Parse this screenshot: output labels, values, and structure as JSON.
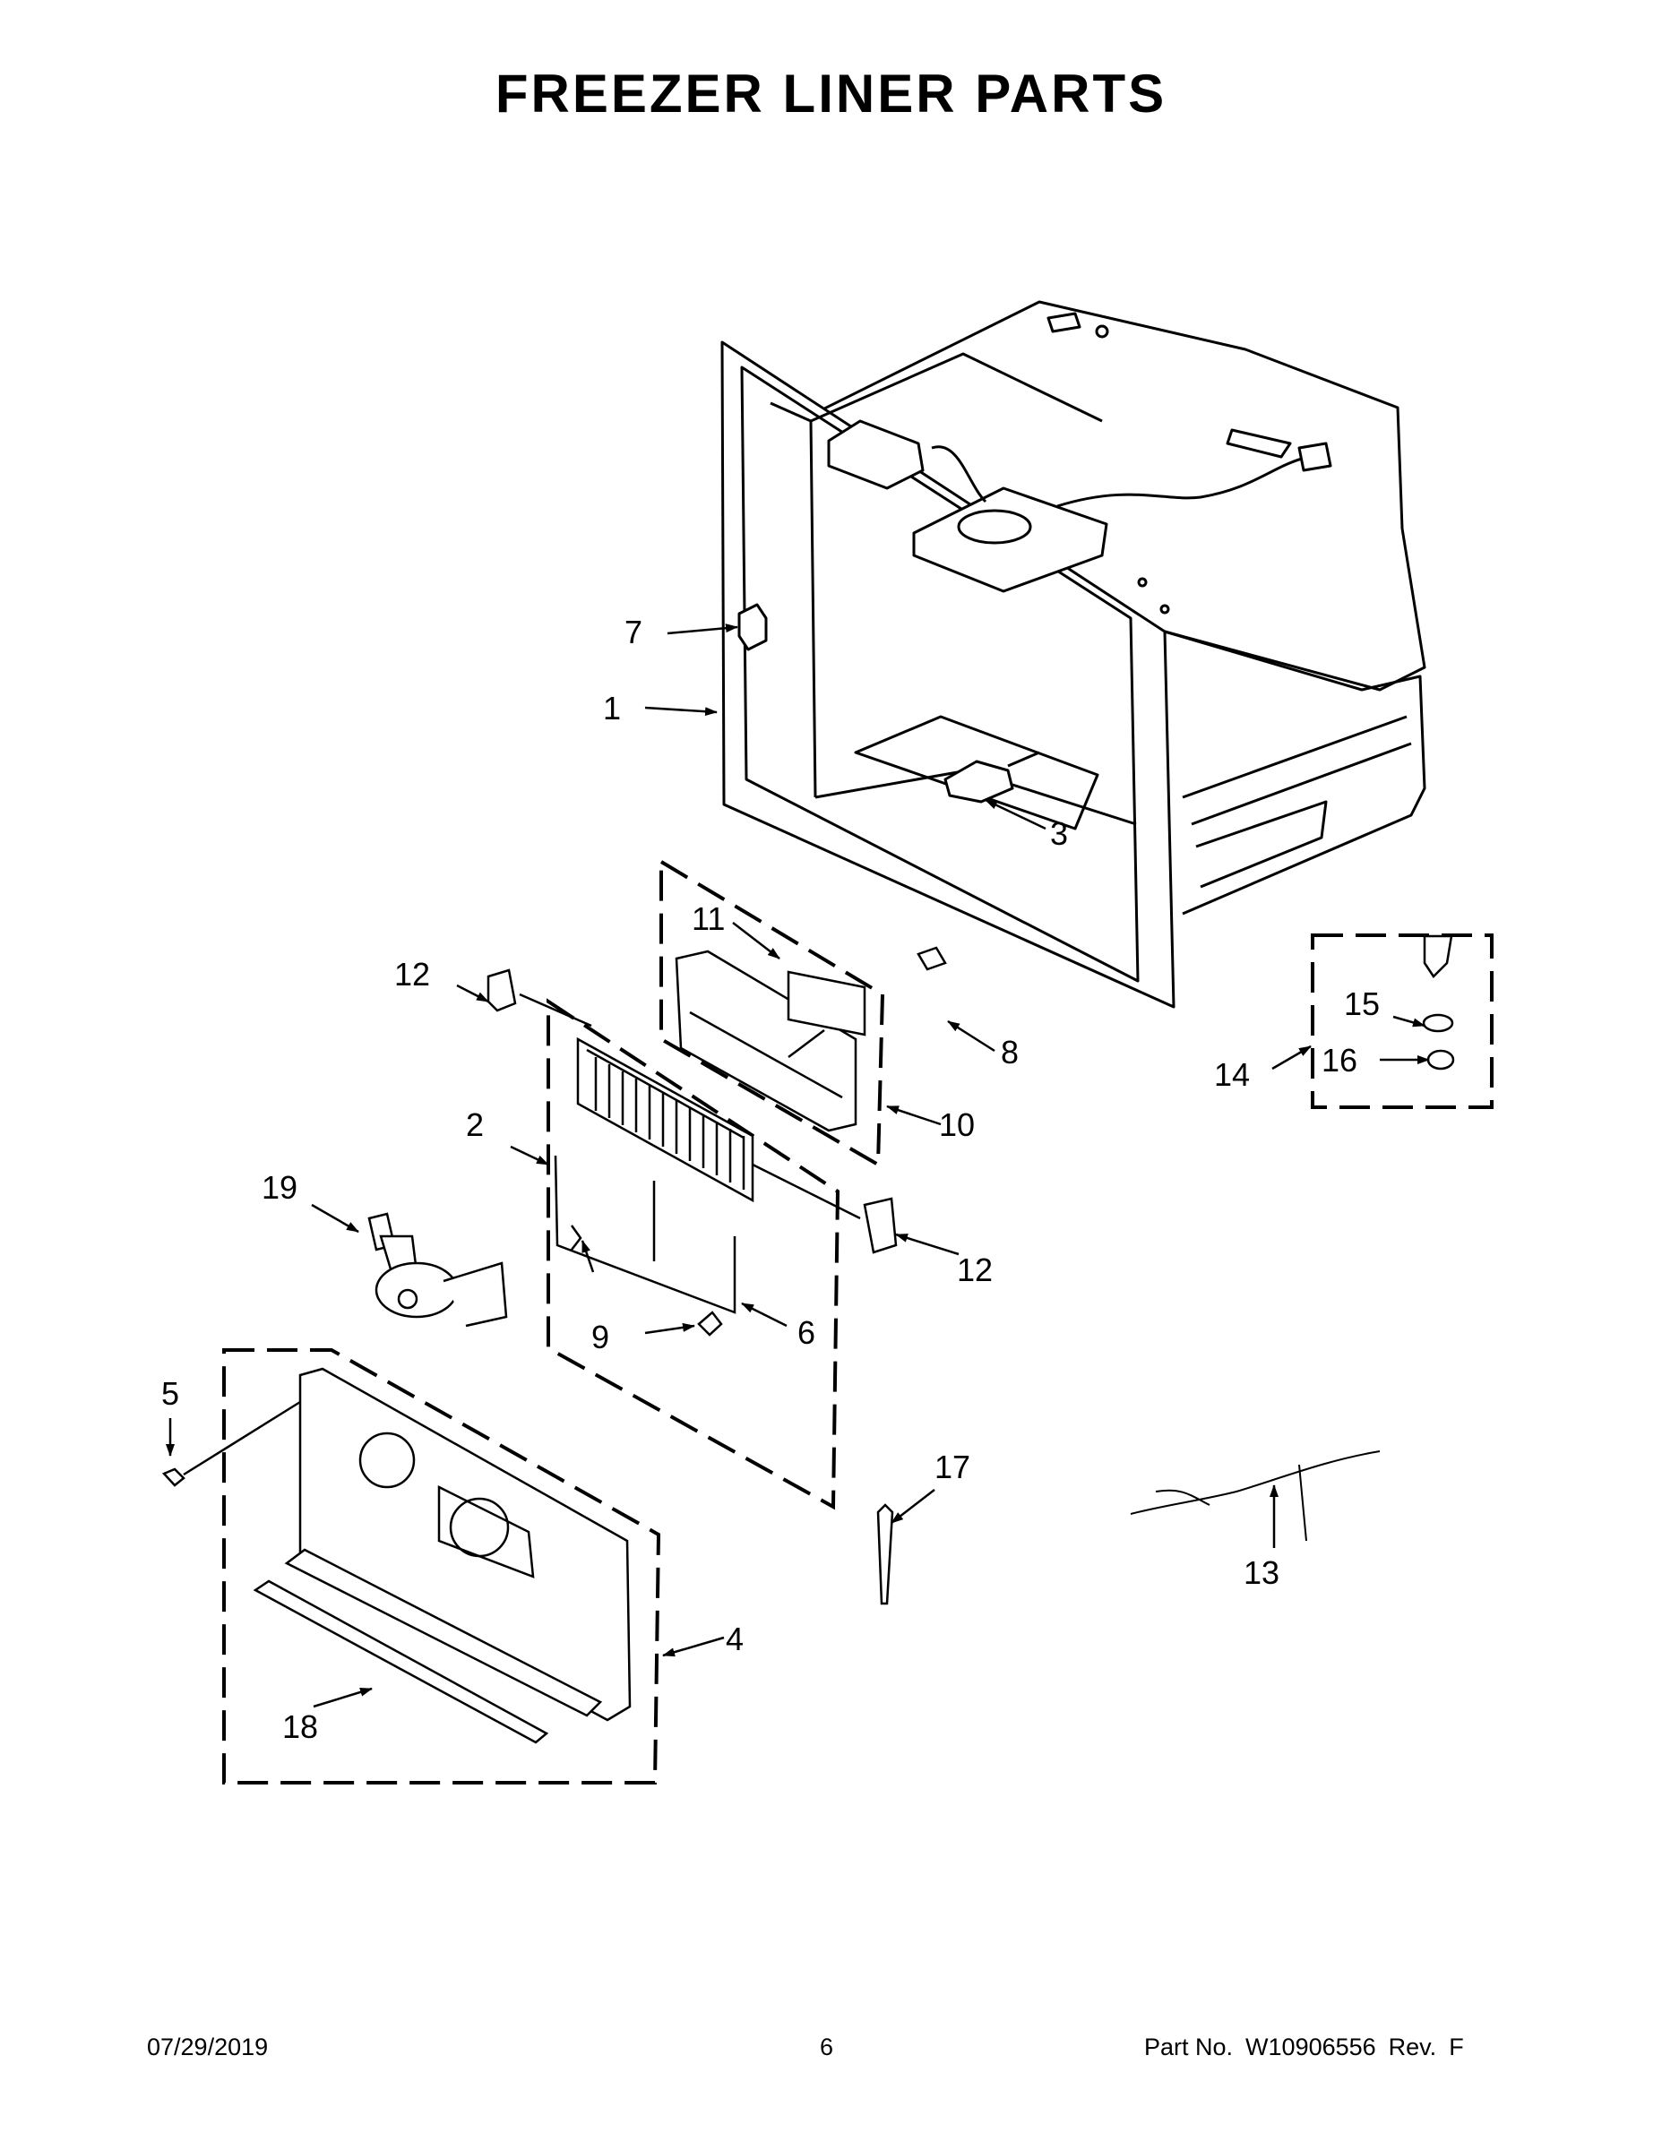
{
  "title": "FREEZER LINER PARTS",
  "callouts": {
    "c1": "1",
    "c2": "2",
    "c3": "3",
    "c4": "4",
    "c5": "5",
    "c6": "6",
    "c7": "7",
    "c8": "8",
    "c9": "9",
    "c10": "10",
    "c11": "11",
    "c12a": "12",
    "c12b": "12",
    "c13": "13",
    "c14": "14",
    "c15": "15",
    "c16": "16",
    "c17": "17",
    "c18": "18",
    "c19": "19"
  },
  "footer": {
    "date": "07/29/2019",
    "page": "6",
    "part_label": "Part No.",
    "part_number": "W10906556",
    "rev_label": "Rev.",
    "rev": "F"
  }
}
